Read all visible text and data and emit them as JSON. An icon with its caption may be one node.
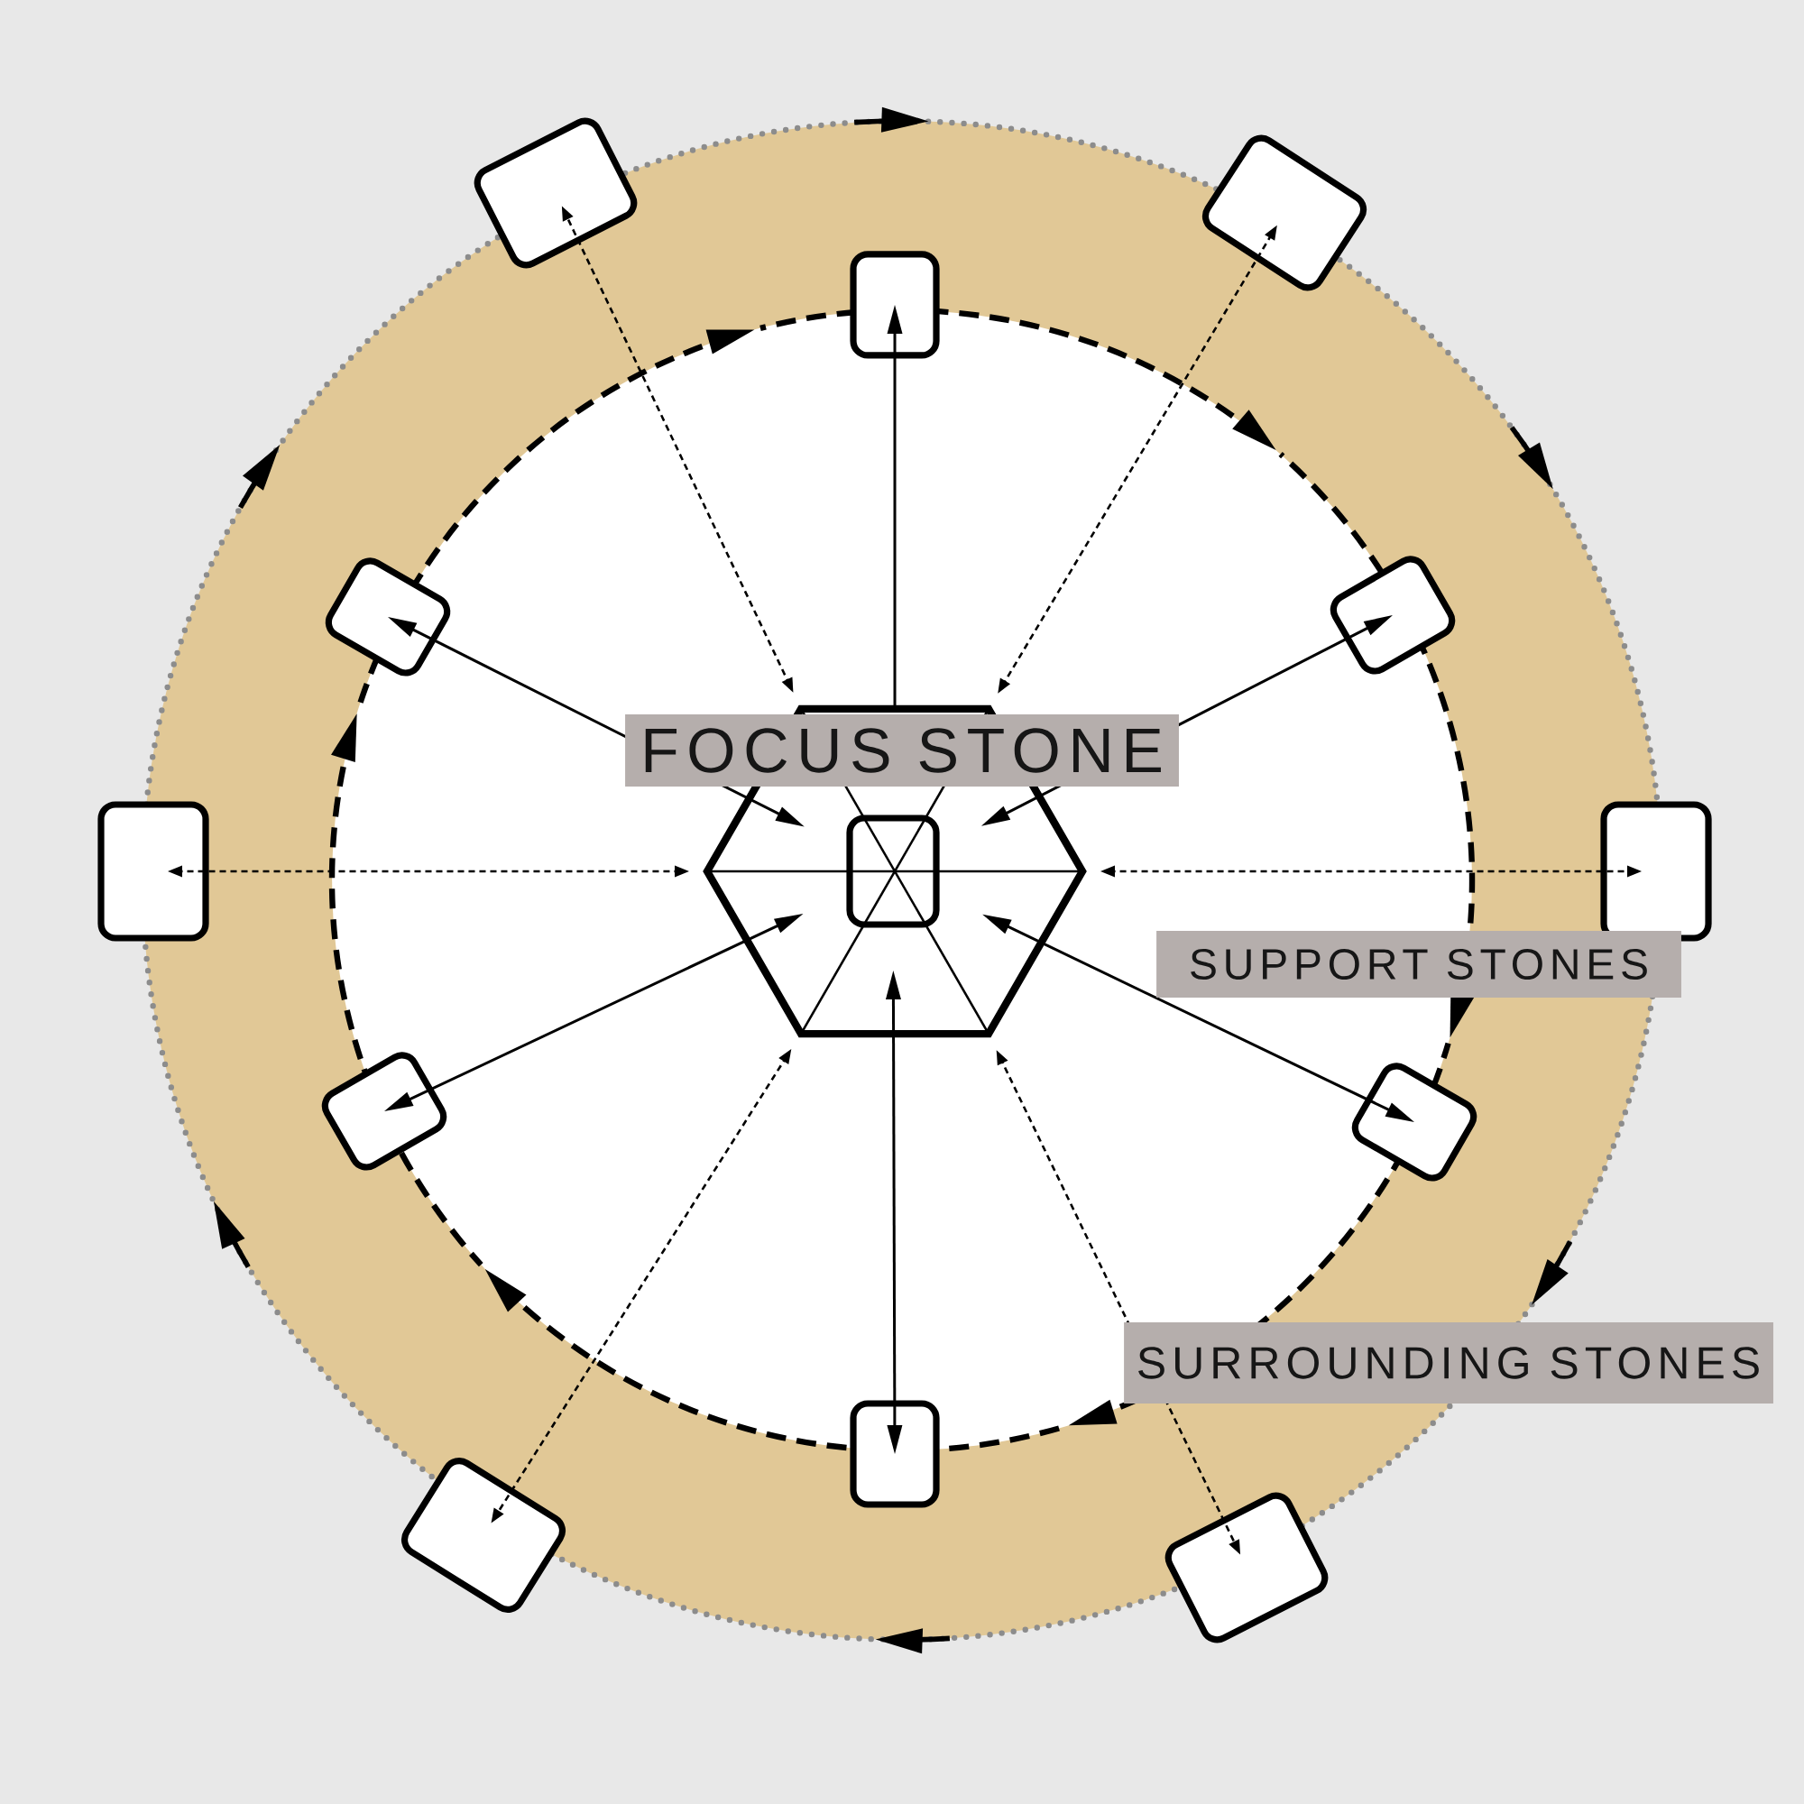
{
  "diagram": {
    "nodes": [
      {
        "text": [],
        "shape": "hexagon"
      },
      {
        "text": [],
        "shape": "box",
        "in": 0
      },
      {
        "text": [],
        "shape": "box"
      },
      {
        "text": [],
        "shape": "box"
      },
      {
        "text": [],
        "shape": "box"
      },
      {
        "text": [],
        "shape": "box"
      },
      {
        "text": [],
        "shape": "box"
      },
      {
        "text": [],
        "shape": "box"
      },
      {
        "text": [],
        "shape": "box"
      },
      {
        "text": [],
        "shape": "box"
      },
      {
        "text": [],
        "shape": "box"
      },
      {
        "text": [],
        "shape": "box"
      },
      {
        "text": [],
        "shape": "box"
      },
      {
        "text": [],
        "shape": "box"
      }
    ],
    "edges": [
      {
        "from": 0,
        "to": 2,
        "arrow": "to"
      },
      {
        "from": 1,
        "to": 3,
        "arrow": "both"
      },
      {
        "from": 1,
        "to": 4,
        "arrow": "both"
      },
      {
        "from": 1,
        "to": 5,
        "arrow": "both"
      },
      {
        "from": 1,
        "to": 6,
        "arrow": "both"
      },
      {
        "from": 1,
        "to": 7,
        "arrow": "both"
      },
      {
        "from": 0,
        "to": 8,
        "arrow": "both",
        "style": "dashed"
      },
      {
        "from": 0,
        "to": 9,
        "arrow": "both",
        "style": "dashed"
      },
      {
        "from": 0,
        "to": 10,
        "arrow": "both",
        "style": "dashed"
      },
      {
        "from": 0,
        "to": 11,
        "arrow": "both",
        "style": "dashed"
      },
      {
        "from": 0,
        "to": 12,
        "arrow": "both",
        "style": "dashed"
      },
      {
        "from": 0,
        "to": 13,
        "arrow": "both",
        "style": "dashed"
      }
    ],
    "labels": [
      "FOCUS STONE",
      "SUPPORT STONES",
      "SURROUNDING STONES"
    ]
  }
}
